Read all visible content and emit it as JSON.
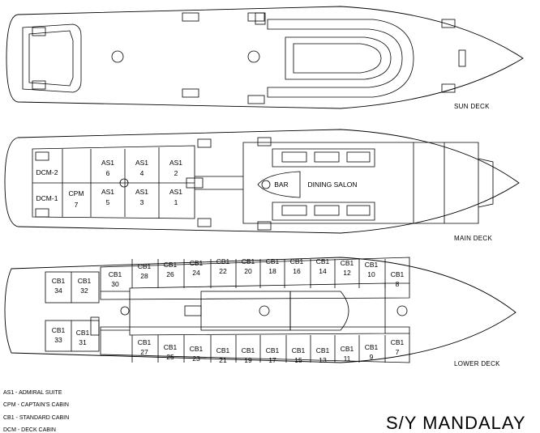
{
  "title": "S/Y MANDALAY",
  "decks": {
    "sun": "SUN DECK",
    "main": "MAIN DECK",
    "lower": "LOWER DECK"
  },
  "main_rooms": {
    "dcm2": "DCM-2",
    "dcm1": "DCM-1",
    "cpm": "CPM",
    "cpm_no": "7",
    "bar": "BAR",
    "dining": "DINING SALON"
  },
  "admiral_suites": [
    {
      "code": "AS1",
      "no": "6"
    },
    {
      "code": "AS1",
      "no": "4"
    },
    {
      "code": "AS1",
      "no": "2"
    },
    {
      "code": "AS1",
      "no": "5"
    },
    {
      "code": "AS1",
      "no": "3"
    },
    {
      "code": "AS1",
      "no": "1"
    }
  ],
  "lower_top_cabins": [
    {
      "code": "CB1",
      "no": "30"
    },
    {
      "code": "CB1",
      "no": "28"
    },
    {
      "code": "CB1",
      "no": "26"
    },
    {
      "code": "CB1",
      "no": "24"
    },
    {
      "code": "CB1",
      "no": "22"
    },
    {
      "code": "CB1",
      "no": "20"
    },
    {
      "code": "CB1",
      "no": "18"
    },
    {
      "code": "CB1",
      "no": "16"
    },
    {
      "code": "CB1",
      "no": "14"
    },
    {
      "code": "CB1",
      "no": "12"
    },
    {
      "code": "CB1",
      "no": "10"
    },
    {
      "code": "CB1",
      "no": "8"
    }
  ],
  "lower_bottom_cabins": [
    {
      "code": "CB1",
      "no": "27"
    },
    {
      "code": "CB1",
      "no": "25"
    },
    {
      "code": "CB1",
      "no": "23"
    },
    {
      "code": "CB1",
      "no": "21"
    },
    {
      "code": "CB1",
      "no": "19"
    },
    {
      "code": "CB1",
      "no": "17"
    },
    {
      "code": "CB1",
      "no": "15"
    },
    {
      "code": "CB1",
      "no": "13"
    },
    {
      "code": "CB1",
      "no": "11"
    },
    {
      "code": "CB1",
      "no": "9"
    },
    {
      "code": "CB1",
      "no": "7"
    }
  ],
  "lower_aft_cabins": [
    {
      "code": "CB1",
      "no": "34"
    },
    {
      "code": "CB1",
      "no": "32"
    },
    {
      "code": "CB1",
      "no": "33"
    },
    {
      "code": "CB1",
      "no": "31"
    }
  ],
  "legend": [
    "AS1 - ADMIRAL SUITE",
    "CPM - CAPTAIN'S CABIN",
    "CB1 - STANDARD CABIN",
    "DCM - DECK CABIN"
  ]
}
